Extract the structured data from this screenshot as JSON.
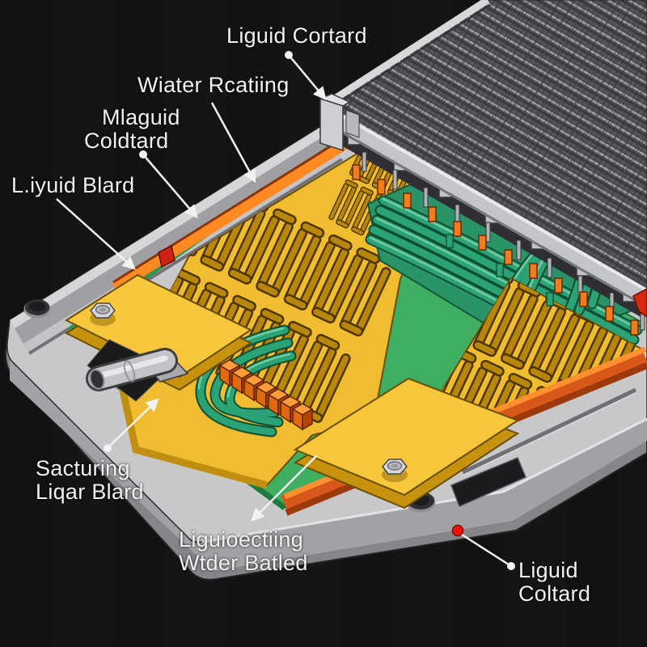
{
  "figure": {
    "type": "technical-illustration",
    "subject": "liquid cooling cold plate assembly with serpentine channels, coolant tubes and finned heatsink",
    "background_color": "#141414",
    "colors": {
      "base_plate_gray": "#c8c8cb",
      "pcb_green": "#3fae60",
      "cold_plate_gold": "#f1bd30",
      "channel_gold": "#b8860b",
      "tube_teal": "#2ba377",
      "accent_orange": "#f07018",
      "heatsink_fin_gray": "#4d4d52",
      "marker_red": "#ec1505",
      "label_text": "#f1f1f1"
    },
    "labels": [
      {
        "id": "label-liguid-cortard-top",
        "lines": [
          "Liguid Cortard"
        ]
      },
      {
        "id": "label-wiater-rcatiing",
        "lines": [
          "Wiater Rcatiing"
        ]
      },
      {
        "id": "label-mlaguid-coldtard",
        "lines": [
          "Mlaguid",
          "Coldtard"
        ]
      },
      {
        "id": "label-liyuid-blard",
        "lines": [
          "L.iyuid Blard"
        ]
      },
      {
        "id": "label-sacturing-liqar",
        "lines": [
          "Sacturing",
          "Liqar Blard"
        ]
      },
      {
        "id": "label-liguioectiing-wtder",
        "lines": [
          "Liguioectiing",
          "Wtder Batled"
        ]
      },
      {
        "id": "label-liguid-coltard-bottom",
        "lines": [
          "Liguid",
          "Coltard"
        ]
      }
    ]
  }
}
